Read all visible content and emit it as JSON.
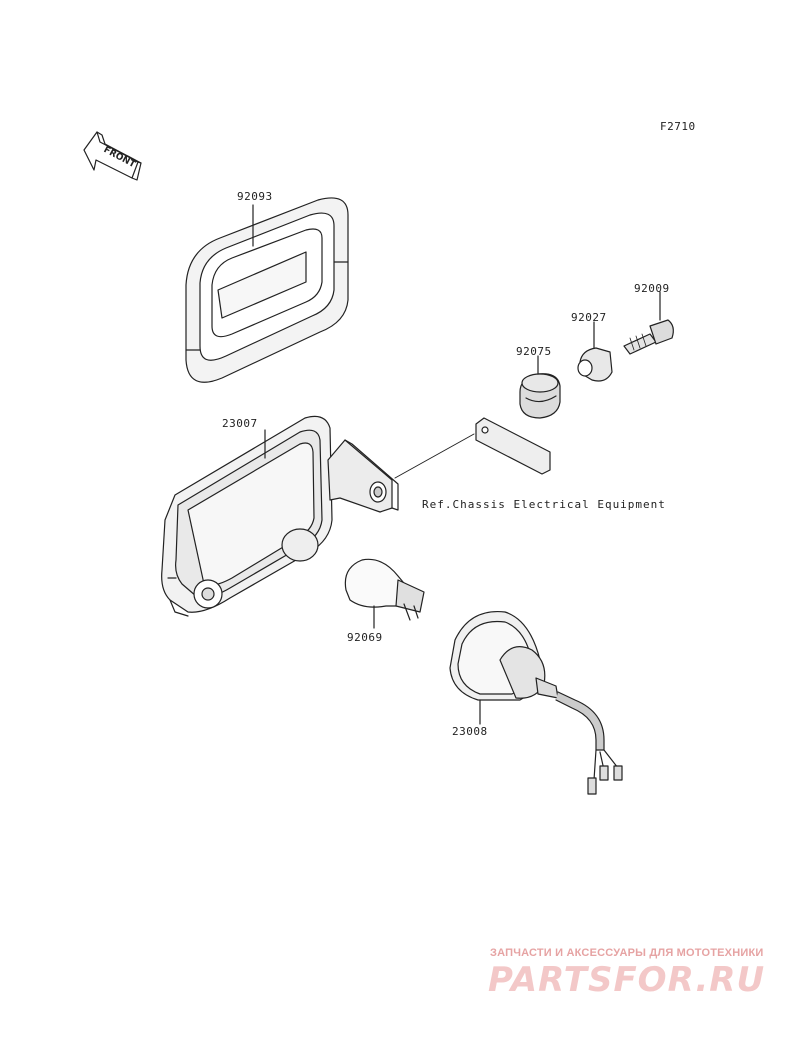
{
  "figure_id": "F2710",
  "front_arrow_text": "FRONT",
  "parts": {
    "p92093": "92093",
    "p92009": "92009",
    "p92027": "92027",
    "p92075": "92075",
    "p23007": "23007",
    "p92069": "92069",
    "p23008": "23008"
  },
  "reference_note": "Ref.Chassis Electrical Equipment",
  "watermark": {
    "tagline": "ЗАПЧАСТИ И АКСЕССУАРЫ ДЛЯ МОТОТЕХНИКИ",
    "brand": "PARTSFOR.RU"
  }
}
